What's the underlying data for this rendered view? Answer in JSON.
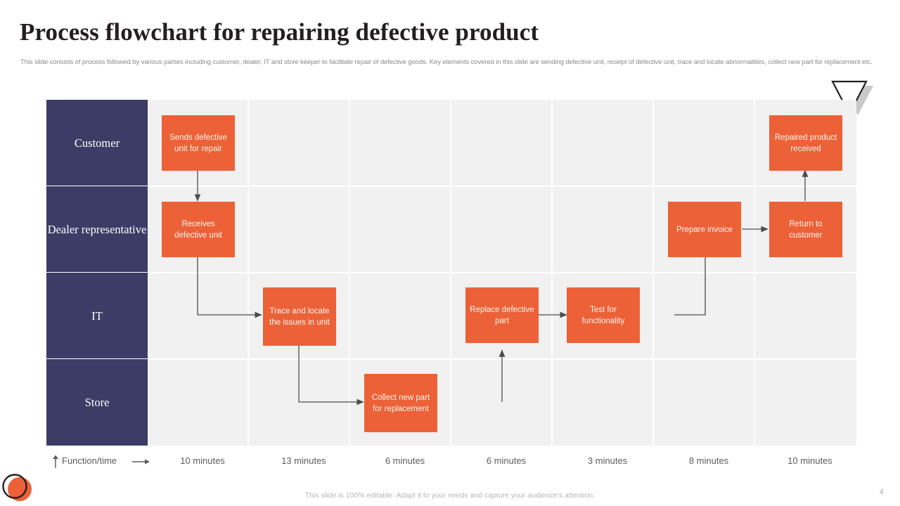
{
  "header": {
    "title": "Process flowchart for repairing defective product",
    "subtitle": "This slide consists of process followed by various parties including customer, dealer, IT and store keeper to facilitate repair of defective goods. Key elements covered in this slide are sending defective unit, receipt of defective unit, trace and locate abnormalities, collect new part for replacement etc."
  },
  "colors": {
    "accent_orange": "#EC6137",
    "lane_navy": "#3C3C66",
    "grid_bg": "#F1F1F1",
    "grid_line": "#FFFFFF",
    "connector": "#4d4d4d",
    "text_muted": "#8B8B8B"
  },
  "flowchart": {
    "lanes": [
      {
        "label": "Customer"
      },
      {
        "label": "Dealer\nrepresentative"
      },
      {
        "label": "IT"
      },
      {
        "label": "Store"
      }
    ],
    "lane_labels_flat": [
      "Customer",
      "Dealer representative",
      "IT",
      "Store"
    ],
    "nodes": [
      {
        "id": "sends-defective-unit",
        "label": "Sends defective unit for repair",
        "lane": "Customer",
        "column": 1
      },
      {
        "id": "receives-defective-unit",
        "label": "Receives defective unit",
        "lane": "Dealer representative",
        "column": 1
      },
      {
        "id": "trace-locate-issues",
        "label": "Trace and locate the issues in unit",
        "lane": "IT",
        "column": 2
      },
      {
        "id": "collect-new-part",
        "label": "Collect new part for replacement",
        "lane": "Store",
        "column": 3
      },
      {
        "id": "replace-defective-part",
        "label": "Replace defective part",
        "lane": "IT",
        "column": 4
      },
      {
        "id": "test-for-functionality",
        "label": "Test for functionality",
        "lane": "IT",
        "column": 5
      },
      {
        "id": "prepare-invoice",
        "label": "Prepare invoice",
        "lane": "Dealer representative",
        "column": 6
      },
      {
        "id": "return-to-customer",
        "label": "Return to customer",
        "lane": "Dealer representative",
        "column": 7
      },
      {
        "id": "repaired-product-received",
        "label": "Repaired product received",
        "lane": "Customer",
        "column": 7
      }
    ]
  },
  "time_axis": {
    "axis_label": "Function/time",
    "values": [
      "10 minutes",
      "13 minutes",
      "6 minutes",
      "6 minutes",
      "3 minutes",
      "8 minutes",
      "10 minutes"
    ]
  },
  "footer": {
    "note": "This slide is 100% editable. Adapt it to your needs and capture your audience's attention.",
    "page_number": "4"
  }
}
